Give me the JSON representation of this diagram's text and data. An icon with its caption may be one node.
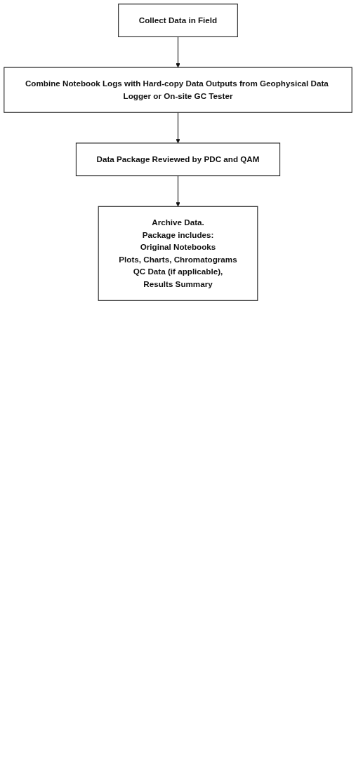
{
  "diagram": {
    "nodes": [
      {
        "text": [
          "Collect Data in Field"
        ]
      },
      {
        "text": [
          "Combine Notebook Logs with Hard-copy Data Outputs from Geophysical Data Logger or On-site GC Tester"
        ]
      },
      {
        "text": [
          "Data Package Reviewed by PDC and QAM"
        ]
      },
      {
        "text": [
          "Archive Data.",
          "Package includes:",
          "Original Notebooks",
          "Plots, Charts, Chromatograms",
          "QC Data (if applicable),",
          "Results Summary"
        ]
      }
    ],
    "edges": [
      {
        "from": 0,
        "to": 1,
        "arrow": "to"
      },
      {
        "from": 1,
        "to": 2,
        "arrow": "to"
      },
      {
        "from": 2,
        "to": 3,
        "arrow": "to"
      }
    ]
  }
}
